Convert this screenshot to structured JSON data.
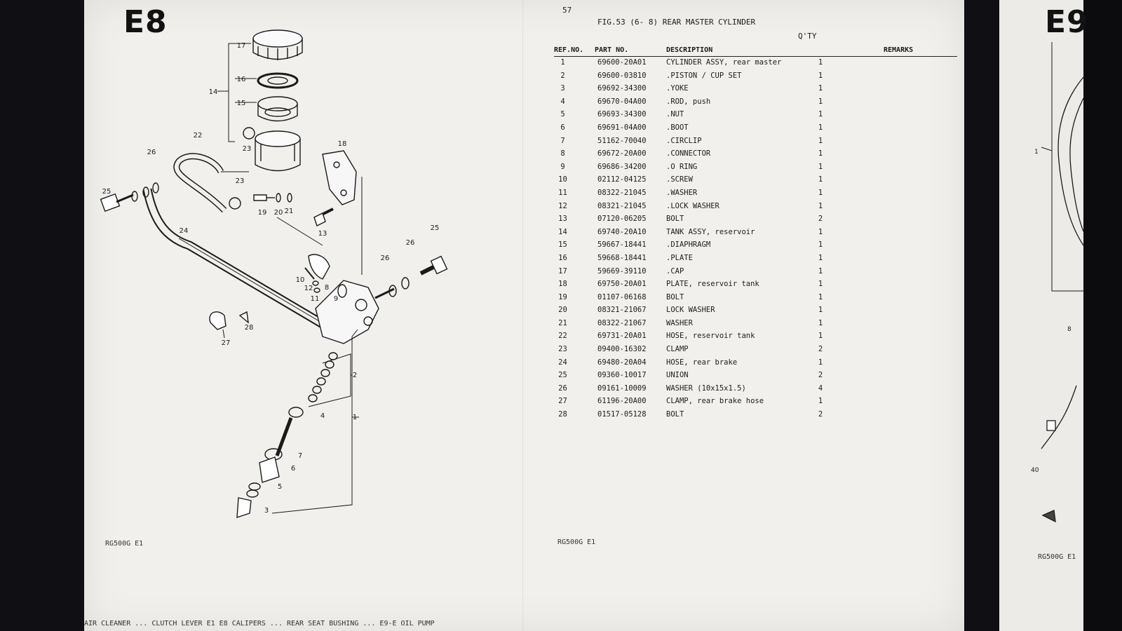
{
  "left_page": {
    "section_code": "E8",
    "model_code": "RG500G E1"
  },
  "right_page": {
    "page_number": "57",
    "figure_title": "FIG.53 (6- 8) REAR MASTER CYLINDER",
    "qty_header": "Q'TY",
    "columns": {
      "ref": "REF.NO.",
      "part": "PART NO.",
      "desc": "DESCRIPTION",
      "remarks": "REMARKS"
    },
    "parts": [
      {
        "ref": "1",
        "part": "69600-20A01",
        "desc": "CYLINDER ASSY, rear master",
        "qty": "1"
      },
      {
        "ref": "2",
        "part": "69600-03810",
        "desc": ".PISTON / CUP SET",
        "qty": "1"
      },
      {
        "ref": "3",
        "part": "69692-34300",
        "desc": ".YOKE",
        "qty": "1"
      },
      {
        "ref": "4",
        "part": "69670-04A00",
        "desc": ".ROD, push",
        "qty": "1"
      },
      {
        "ref": "5",
        "part": "69693-34300",
        "desc": ".NUT",
        "qty": "1"
      },
      {
        "ref": "6",
        "part": "69691-04A00",
        "desc": ".BOOT",
        "qty": "1"
      },
      {
        "ref": "7",
        "part": "51162-70040",
        "desc": ".CIRCLIP",
        "qty": "1"
      },
      {
        "ref": "8",
        "part": "69672-20A00",
        "desc": ".CONNECTOR",
        "qty": "1"
      },
      {
        "ref": "9",
        "part": "69686-34200",
        "desc": ".O RING",
        "qty": "1"
      },
      {
        "ref": "10",
        "part": "02112-04125",
        "desc": ".SCREW",
        "qty": "1"
      },
      {
        "ref": "11",
        "part": "08322-21045",
        "desc": ".WASHER",
        "qty": "1"
      },
      {
        "ref": "12",
        "part": "08321-21045",
        "desc": ".LOCK WASHER",
        "qty": "1"
      },
      {
        "ref": "13",
        "part": "07120-06205",
        "desc": "BOLT",
        "qty": "2"
      },
      {
        "ref": "14",
        "part": "69740-20A10",
        "desc": "TANK ASSY, reservoir",
        "qty": "1"
      },
      {
        "ref": "15",
        "part": "59667-18441",
        "desc": ".DIAPHRAGM",
        "qty": "1"
      },
      {
        "ref": "16",
        "part": "59668-18441",
        "desc": ".PLATE",
        "qty": "1"
      },
      {
        "ref": "17",
        "part": "59669-39110",
        "desc": ".CAP",
        "qty": "1"
      },
      {
        "ref": "18",
        "part": "69750-20A01",
        "desc": "PLATE, reservoir tank",
        "qty": "1"
      },
      {
        "ref": "19",
        "part": "01107-06168",
        "desc": "BOLT",
        "qty": "1"
      },
      {
        "ref": "20",
        "part": "08321-21067",
        "desc": "LOCK WASHER",
        "qty": "1"
      },
      {
        "ref": "21",
        "part": "08322-21067",
        "desc": "WASHER",
        "qty": "1"
      },
      {
        "ref": "22",
        "part": "69731-20A01",
        "desc": "HOSE, reservoir tank",
        "qty": "1"
      },
      {
        "ref": "23",
        "part": "09400-16302",
        "desc": "CLAMP",
        "qty": "2"
      },
      {
        "ref": "24",
        "part": "69480-20A04",
        "desc": "HOSE, rear brake",
        "qty": "1"
      },
      {
        "ref": "25",
        "part": "09360-10017",
        "desc": "UNION",
        "qty": "2"
      },
      {
        "ref": "26",
        "part": "09161-10009",
        "desc": "WASHER (10x15x1.5)",
        "qty": "4"
      },
      {
        "ref": "27",
        "part": "61196-20A00",
        "desc": "CLAMP, rear brake hose",
        "qty": "1"
      },
      {
        "ref": "28",
        "part": "01517-05128",
        "desc": "BOLT",
        "qty": "2"
      }
    ],
    "model_code": "RG500G E1"
  },
  "diagram": {
    "callouts": [
      "17",
      "16",
      "15",
      "14",
      "22",
      "23",
      "26",
      "25",
      "24",
      "23",
      "19",
      "20",
      "21",
      "13",
      "18",
      "25",
      "26",
      "26",
      "10",
      "12",
      "11",
      "8",
      "9",
      "27",
      "28",
      "2",
      "4",
      "1",
      "7",
      "6",
      "5",
      "3"
    ]
  },
  "next_page": {
    "section_code": "E9",
    "model_code": "RG500G E1",
    "callouts": [
      "1",
      "8",
      "40"
    ]
  },
  "footer_strip": "AIR CLEANER    ...    CLUTCH LEVER  E1  E8  CALIPERS    ...    REAR SEAT BUSHING  ...  E9-E  OIL PUMP"
}
